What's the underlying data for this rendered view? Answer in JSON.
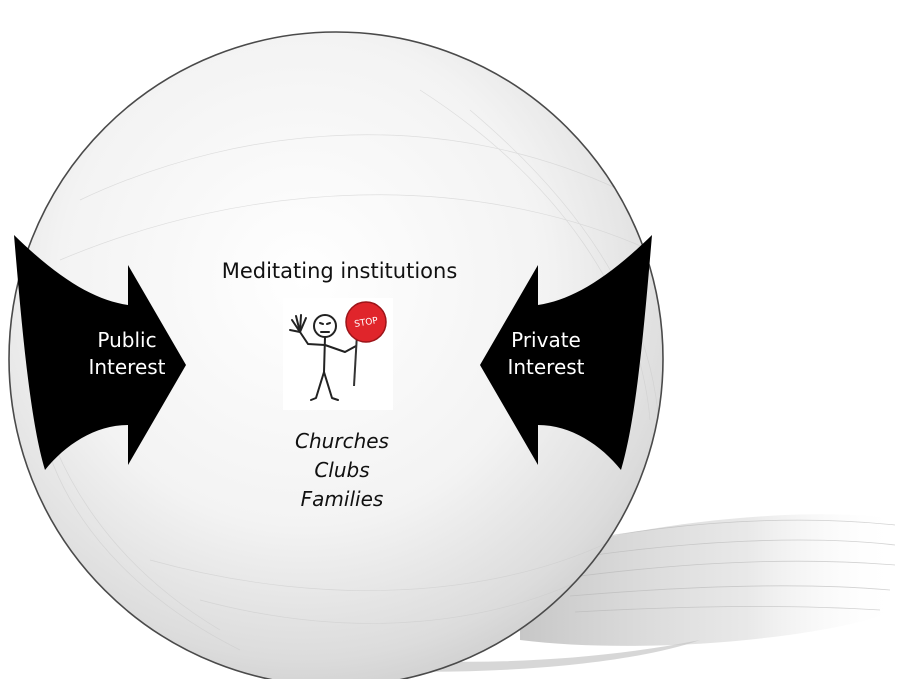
{
  "diagram": {
    "title": "Meditating institutions",
    "left_force": {
      "line1": "Public",
      "line2": "Interest"
    },
    "right_force": {
      "line1": "Private",
      "line2": "Interest"
    },
    "examples": [
      "Churches",
      "Clubs",
      "Families"
    ],
    "sign_text": "STOP",
    "figure_icon": "stick-figure-holding-stop-sign",
    "colors": {
      "arrow": "#000000",
      "sign": "#e0252b",
      "text": "#111111",
      "sphere_outline": "#4a4a4a"
    }
  }
}
